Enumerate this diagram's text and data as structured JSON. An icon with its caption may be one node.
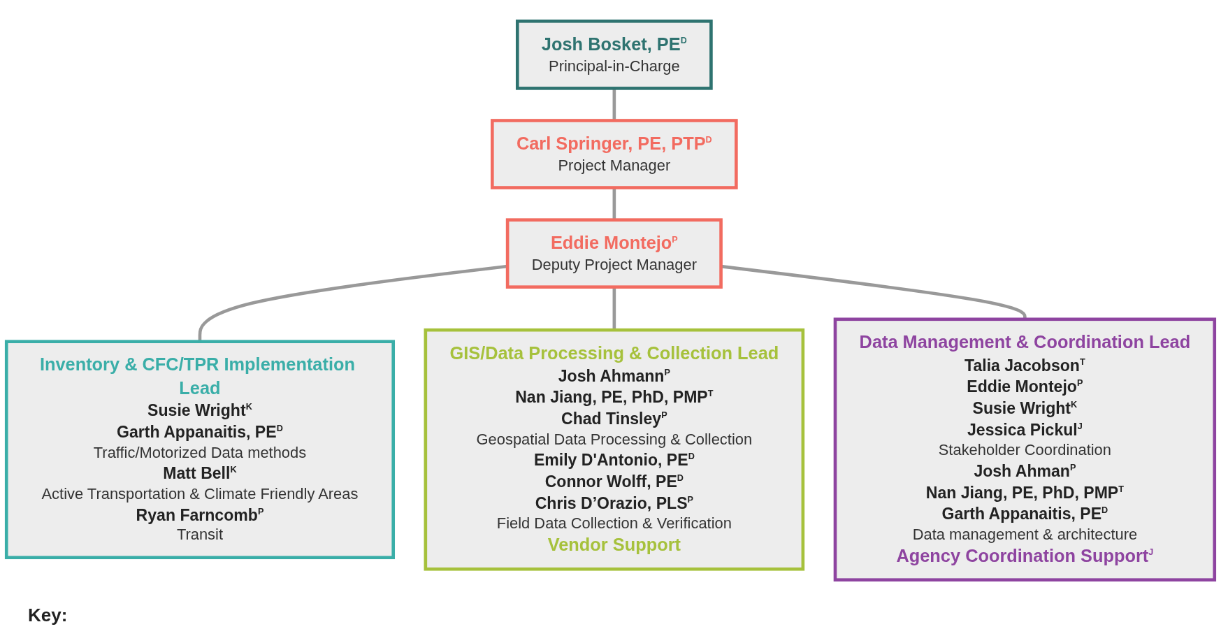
{
  "diagram": {
    "nodes": [
      {
        "text": [
          "Carl Springer, PE, PTP$^{D}$",
          "Project Manager"
        ]
      },
      {
        "text": [
          "Josh Bosket, PE$^{D}$",
          "Principal-in-Charge"
        ]
      },
      {
        "text": [
          "Eddie Montejo$^{P}$",
          "Deputy Project Manager"
        ]
      },
      {
        "text": [
          "Inventory & CFC/TPR Implementation Lead",
          "Susie Wright$^{K}$",
          "Garth Appanaitis, PE$^{D}$",
          "Traffic/Motorized Data methods",
          "Matt Bell$^{K}$",
          "Active Transportation & Climate Friendly Areas",
          "Ryan Farncomb$^{P}$",
          "Transit"
        ]
      },
      {
        "text": [
          "GIS/Data Processing & Collection Lead",
          "Josh Ahmann$^{P}$",
          "Nan Jiang, PE, PhD, PMP$^{T}$",
          "Chad Tinsley$^{P}$",
          "Geospatial Data Processing & Collection",
          "Emily D'Antonio, PE$^{D}$",
          "Connor Wolff, PE$^{D}$",
          "Chris D’Orazio, PLS$^{P}$",
          "Field Data Collection & Verification",
          "Vendor Support"
        ]
      },
      {
        "text": [
          "Data Management & Coordination Lead",
          "Talia Jacobson$^{T}$",
          "Eddie Montejo$^{P}$",
          "Susie Wright$^{K}$",
          "Jessica Pickul$^{J}$",
          "Stakeholder Coordination",
          "Josh Ahman$^{P}$",
          "Nan Jiang, PE, PhD, PMP$^{T}$",
          "Garth Appanaitis, PE$^{D}$",
          "Data management & architecture",
          "Agency Coordination Support$^{J}$"
        ]
      }
    ],
    "edges": [
      {
        "from": 0,
        "to": 1,
        "arrow": "none"
      },
      {
        "from": 0,
        "to": 2,
        "arrow": "none"
      },
      {
        "from": 2,
        "to": 3,
        "arrow": "none"
      },
      {
        "from": 2,
        "to": 4,
        "arrow": "none"
      },
      {
        "from": 2,
        "to": 5,
        "arrow": "none"
      }
    ],
    "labels": [
      "Key:"
    ]
  }
}
